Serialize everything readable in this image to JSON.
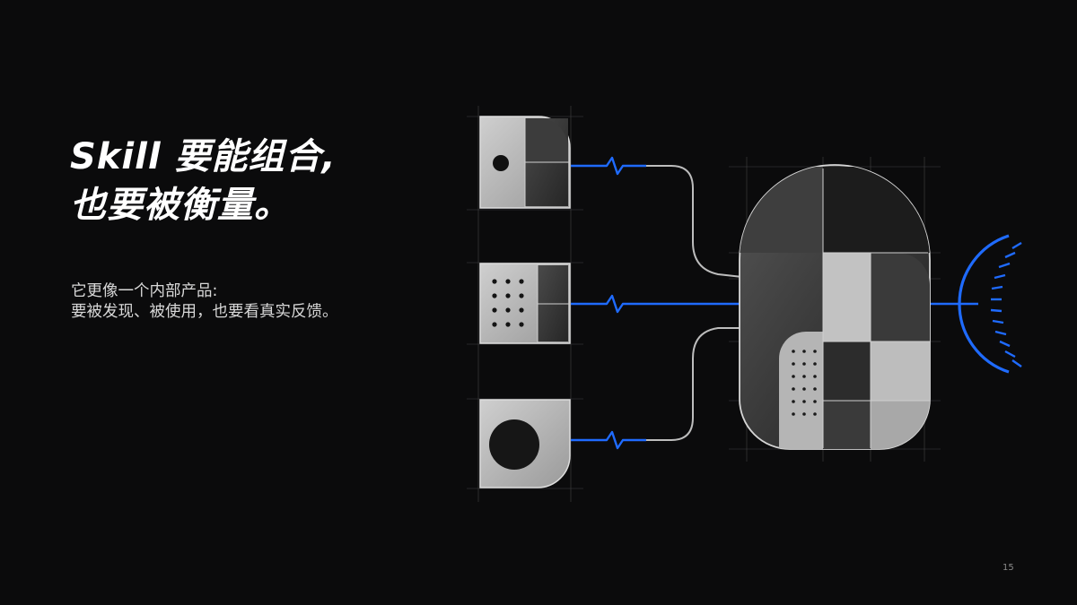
{
  "slide": {
    "title_line_1": "Skill 要能组合,",
    "title_line_2": "也要被衡量。",
    "body_line_1": "它更像一个内部产品:",
    "body_line_2": "要被发现、被使用，也要看真实反馈。",
    "page_number": "15"
  },
  "colors": {
    "background": "#0b0b0c",
    "accent_blue": "#1f6bff",
    "module_gray": "#b8b8b8",
    "module_dark": "#3a3a3a"
  },
  "icons": {
    "single_dot_module": "single-dot-module-icon",
    "dot_grid_module": "dot-grid-module-icon",
    "circle_module": "circle-module-icon",
    "composite_capsule": "composite-capsule-icon",
    "feedback_gauge": "feedback-gauge-icon"
  }
}
